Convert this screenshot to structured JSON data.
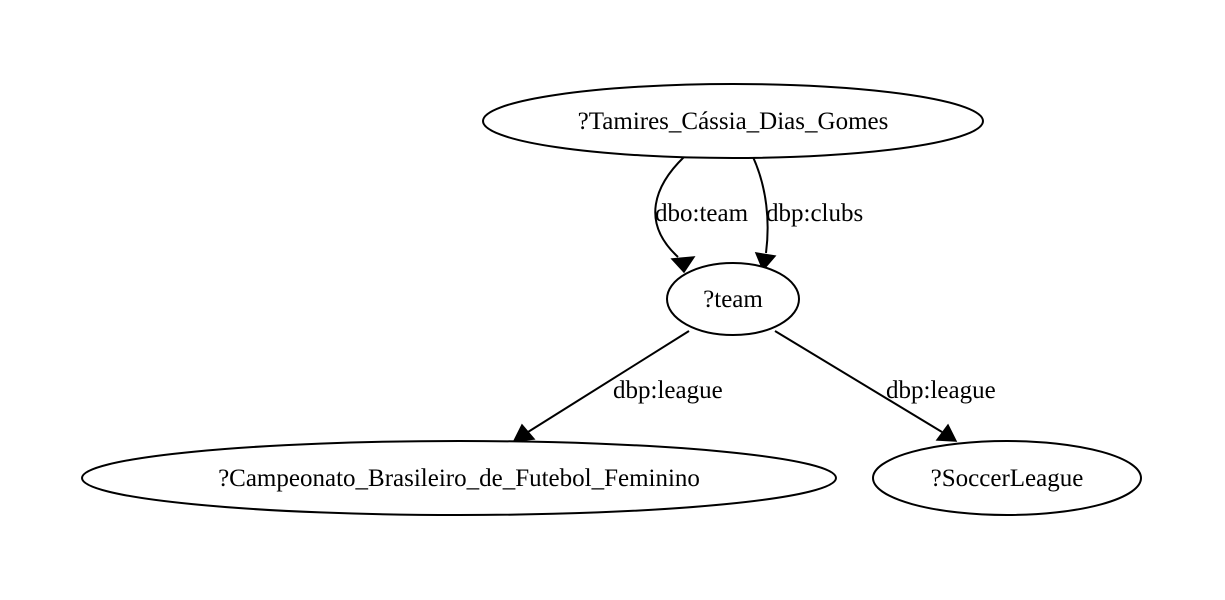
{
  "nodes": {
    "tamires": "?Tamires_Cássia_Dias_Gomes",
    "team": "?team",
    "campeonato": "?Campeonato_Brasileiro_de_Futebol_Feminino",
    "soccer_league": "?SoccerLeague"
  },
  "edges": {
    "team_dbo": "dbo:team",
    "clubs_dbp": "dbp:clubs",
    "league_to_campeonato": "dbp:league",
    "league_to_soccer": "dbp:league"
  },
  "colors": {
    "stroke": "#000000",
    "background": "#ffffff"
  }
}
